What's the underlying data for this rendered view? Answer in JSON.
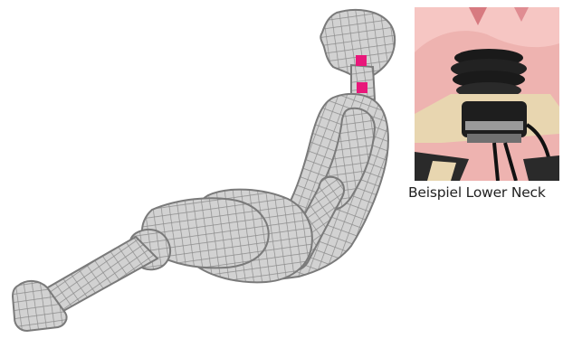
{
  "caption": "Beispiel Lower Neck",
  "colors": {
    "mesh_fill": "#c8c8c8",
    "mesh_line": "#8a8a8a",
    "sensor_marker": "#e8177a",
    "photo_skin": "#f2b7b5",
    "photo_bellows": "#1a1a1a",
    "photo_plate": "#e8d6b0",
    "photo_metal": "#9a9a9a"
  },
  "icons": [
    "crash-test-dummy-mesh",
    "sensor-marker-upper-neck",
    "sensor-marker-lower-neck",
    "lower-neck-load-cell-photo"
  ]
}
